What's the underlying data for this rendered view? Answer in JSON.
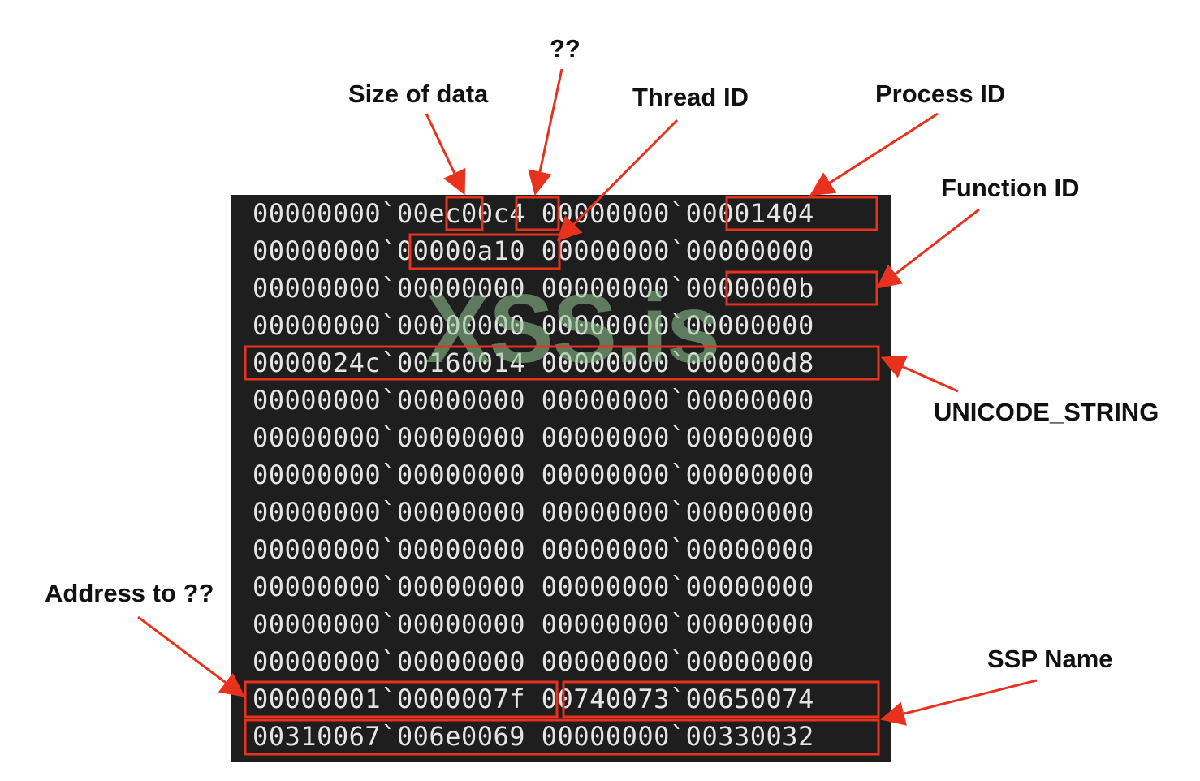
{
  "dump_rows": [
    "00000000`00ec00c4 00000000`00001404",
    "00000000`00000a10 00000000`00000000",
    "00000000`00000000 00000000`0000000b",
    "00000000`00000000 00000000`00000000",
    "0000024c`00160014 00000000`000000d8",
    "00000000`00000000 00000000`00000000",
    "00000000`00000000 00000000`00000000",
    "00000000`00000000 00000000`00000000",
    "00000000`00000000 00000000`00000000",
    "00000000`00000000 00000000`00000000",
    "00000000`00000000 00000000`00000000",
    "00000000`00000000 00000000`00000000",
    "00000000`00000000 00000000`00000000",
    "00000001`0000007f 00740073`00650074",
    "00310067`006e0069 00000000`00330032"
  ],
  "watermark": "XSS.is",
  "labels": {
    "size_of_data": "Size of data",
    "unknown_top": "??",
    "thread_id": "Thread ID",
    "process_id": "Process ID",
    "function_id": "Function ID",
    "unicode_string": "UNICODE_STRING",
    "address_to": "Address to ??",
    "ssp_name": "SSP Name"
  },
  "colors": {
    "highlight": "#e8321e",
    "dump_bg": "#1e1e1e",
    "dump_text": "#e4e4e4"
  }
}
